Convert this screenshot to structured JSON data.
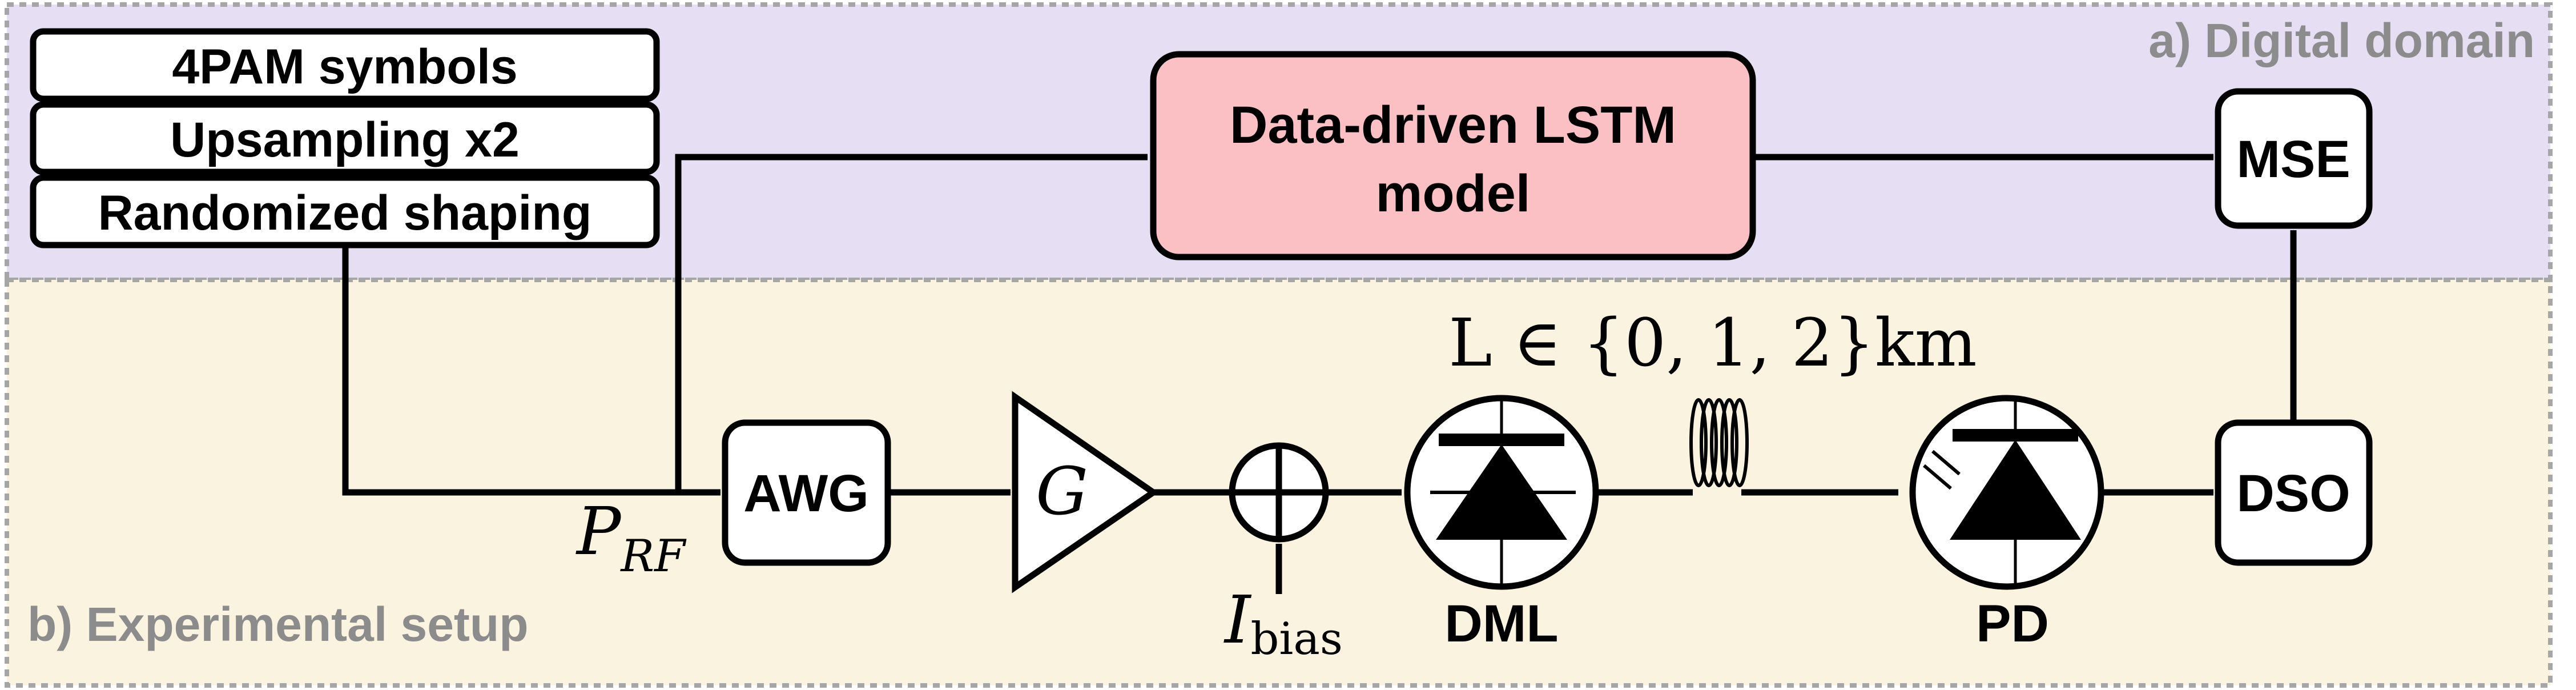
{
  "regions": {
    "digital": "a) Digital domain",
    "experimental": "b) Experimental setup"
  },
  "blocks": {
    "pam_symbols": "4PAM symbols",
    "upsampling": "Upsampling x2",
    "shaping": "Randomized shaping",
    "lstm_line1": "Data-driven LSTM",
    "lstm_line2": "model",
    "mse": "MSE",
    "awg": "AWG",
    "amplifier": "G",
    "dml": "DML",
    "pd": "PD",
    "dso": "DSO"
  },
  "math": {
    "p_rf_main": "P",
    "p_rf_sub": "RF",
    "i_bias_main": "I",
    "i_bias_sub": "bias",
    "fiber_length": "L ∈ {0, 1, 2}km"
  },
  "colors": {
    "digital_bg": "#e6def3",
    "experimental_bg": "#faf3e0",
    "lstm_fill": "#fbc0c4",
    "region_border": "#a6a6a6",
    "region_label": "#8c8c8c"
  }
}
